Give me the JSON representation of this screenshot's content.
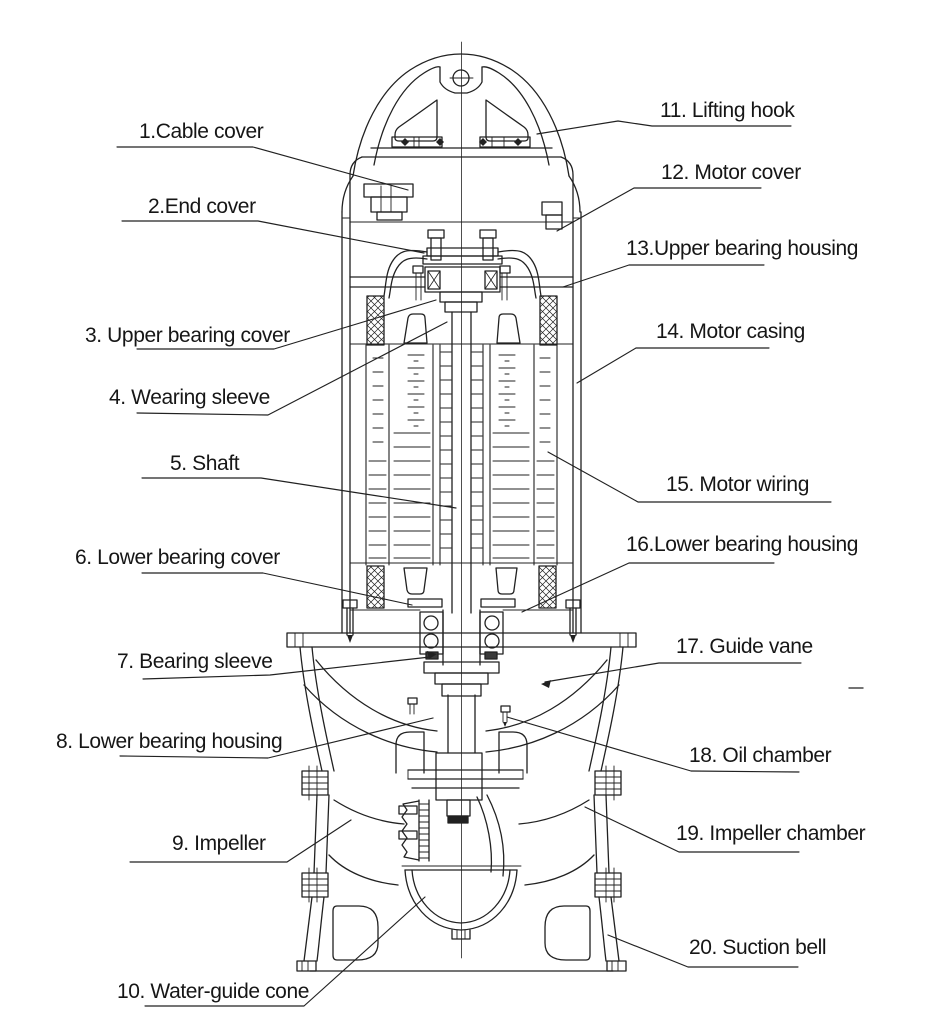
{
  "diagram": {
    "subject": "Submersible pump sectional diagram",
    "ink_color": "#212121",
    "background": "#ffffff",
    "parts": [
      {
        "num": 1,
        "label": "1.Cable cover"
      },
      {
        "num": 2,
        "label": "2.End cover"
      },
      {
        "num": 3,
        "label": "3. Upper bearing cover"
      },
      {
        "num": 4,
        "label": "4. Wearing sleeve"
      },
      {
        "num": 5,
        "label": "5. Shaft"
      },
      {
        "num": 6,
        "label": "6. Lower bearing cover"
      },
      {
        "num": 7,
        "label": "7. Bearing sleeve"
      },
      {
        "num": 8,
        "label": "8. Lower bearing housing"
      },
      {
        "num": 9,
        "label": "9. Impeller"
      },
      {
        "num": 10,
        "label": "10. Water-guide cone"
      },
      {
        "num": 11,
        "label": "11. Lifting hook"
      },
      {
        "num": 12,
        "label": "12. Motor cover"
      },
      {
        "num": 13,
        "label": "13.Upper bearing housing"
      },
      {
        "num": 14,
        "label": "14. Motor casing"
      },
      {
        "num": 15,
        "label": "15. Motor wiring"
      },
      {
        "num": 16,
        "label": "16.Lower bearing housing"
      },
      {
        "num": 17,
        "label": "17. Guide vane"
      },
      {
        "num": 18,
        "label": "18. Oil chamber"
      },
      {
        "num": 19,
        "label": "19. Impeller chamber"
      },
      {
        "num": 20,
        "label": "20. Suction bell"
      }
    ]
  }
}
